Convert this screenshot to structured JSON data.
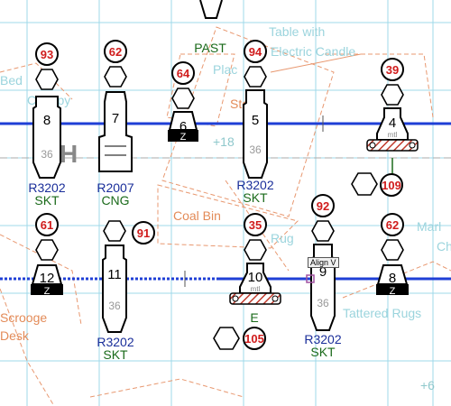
{
  "scenic_labels": {
    "table_candle_1": "Table with",
    "table_candle_2": "Electric Candle",
    "past": "PAST",
    "place_frag": "Plac",
    "stove": "Stove",
    "coal_bin": "Coal Bin",
    "scrooge": "Scrooge",
    "desk": "Desk",
    "tattered_rugs": "Tattered Rugs",
    "bed_frag": "Bed",
    "canopy_frag": "Canopy",
    "rug_frag": "Rug",
    "marl_frag": "Marl",
    "ch_frag": "Ch"
  },
  "addresses": {
    "plus18": "+18",
    "plus6": "+6",
    "e": "E"
  },
  "tooltip": "Align V",
  "fixtures": [
    {
      "id": "8",
      "channel": "93",
      "circuit": "36",
      "model": "R3202",
      "type": "SKT"
    },
    {
      "id": "7",
      "channel": "62",
      "circuit": "",
      "model": "R2007",
      "type": "CNG"
    },
    {
      "id": "6",
      "channel": "64",
      "circuit": "",
      "model": "",
      "type": "",
      "base": "Z"
    },
    {
      "id": "5",
      "channel": "94",
      "circuit": "36",
      "model": "R3202",
      "type": "SKT"
    },
    {
      "id": "4",
      "channel": "39",
      "circuit": "",
      "model": "",
      "type": "",
      "mtl": "mtl"
    },
    {
      "id": "12",
      "channel": "61",
      "circuit": "",
      "model": "",
      "type": "",
      "base": "Z"
    },
    {
      "id": "11",
      "channel": "91",
      "circuit": "36",
      "model": "R3202",
      "type": "SKT"
    },
    {
      "id": "10",
      "channel": "35",
      "circuit": "",
      "model": "",
      "type": "",
      "mtl": "mtl"
    },
    {
      "id": "9",
      "channel": "92",
      "circuit": "36",
      "model": "R3202",
      "type": "SKT"
    },
    {
      "id": "8b",
      "label": "8",
      "channel": "62",
      "circuit": "",
      "model": "",
      "type": "",
      "base": "Z"
    }
  ],
  "side_circles": {
    "upper_right": "109",
    "lower_middle": "105"
  },
  "colors": {
    "electric": "#1f3fd6",
    "scenic": "#e38b58",
    "grid": "#9fd8ea",
    "channel_text": "#d01c1c",
    "model_text": "#1a2e9a",
    "type_text": "#1a6a1a",
    "hatch": "#c0392b"
  },
  "icons": {
    "fixture": "ellipsoidal-spotlight-icon",
    "accessory": "hexagon-accessory-icon",
    "focus_mark": "crosshair-icon"
  }
}
